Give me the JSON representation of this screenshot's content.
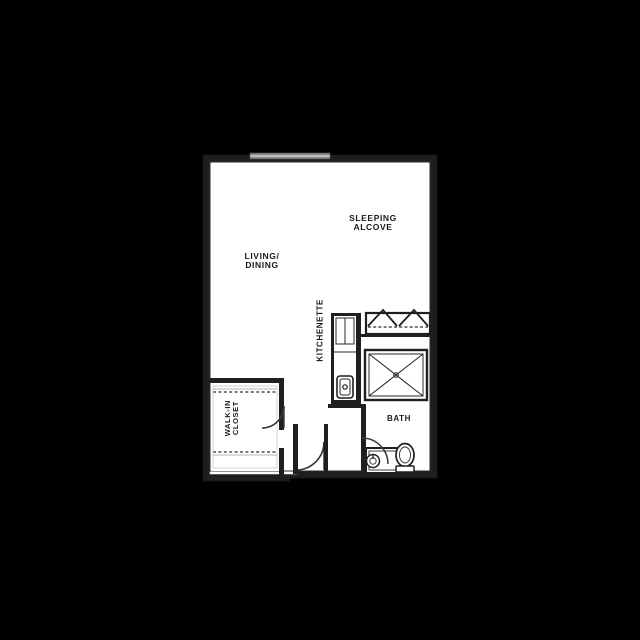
{
  "plan": {
    "title": "Studio Apartment Floor Plan",
    "background_color": "#000000",
    "floor_color": "#ffffff",
    "wall_color": "#1a1a1a",
    "line_color": "#222222",
    "rooms": [
      {
        "id": "living-dining",
        "name": "LIVING/DINING",
        "line1": "LIVING/",
        "line2": "DINING",
        "orientation": "horizontal"
      },
      {
        "id": "sleeping-alcove",
        "name": "SLEEPING ALCOVE",
        "line1": "SLEEPING",
        "line2": "ALCOVE",
        "orientation": "horizontal"
      },
      {
        "id": "kitchenette",
        "name": "KITCHENETTE",
        "line1": "KITCHENETTE",
        "line2": "",
        "orientation": "vertical"
      },
      {
        "id": "walk-in-closet",
        "name": "WALK-IN CLOSET",
        "line1": "WALK-IN",
        "line2": "CLOSET",
        "orientation": "vertical"
      },
      {
        "id": "bath",
        "name": "BATH",
        "line1": "BATH",
        "line2": "",
        "orientation": "horizontal"
      }
    ],
    "fixtures": [
      {
        "id": "kitchen-upper-cabinet",
        "name": "upper cabinet",
        "room": "kitchenette"
      },
      {
        "id": "kitchen-sink",
        "name": "kitchen sink",
        "room": "kitchenette"
      },
      {
        "id": "wardrobe-left",
        "name": "wardrobe closet",
        "room": "sleeping-alcove"
      },
      {
        "id": "wardrobe-right",
        "name": "wardrobe closet",
        "room": "sleeping-alcove"
      },
      {
        "id": "shower-tub",
        "name": "shower / tub",
        "room": "bath"
      },
      {
        "id": "bath-vanity-sink",
        "name": "vanity sink",
        "room": "bath"
      },
      {
        "id": "toilet",
        "name": "toilet",
        "room": "bath"
      },
      {
        "id": "closet-shelf-upper",
        "name": "closet shelf",
        "room": "walk-in-closet"
      },
      {
        "id": "closet-shelf-lower",
        "name": "closet shelf",
        "room": "walk-in-closet"
      }
    ],
    "doors": [
      {
        "id": "closet-door",
        "name": "walk-in closet door",
        "swing": "arc"
      },
      {
        "id": "entry-door",
        "name": "entry door",
        "swing": "arc"
      },
      {
        "id": "bath-door",
        "name": "bathroom door",
        "swing": "arc"
      }
    ],
    "windows": [
      {
        "id": "north-window",
        "name": "living room window",
        "wall": "north"
      }
    ]
  }
}
